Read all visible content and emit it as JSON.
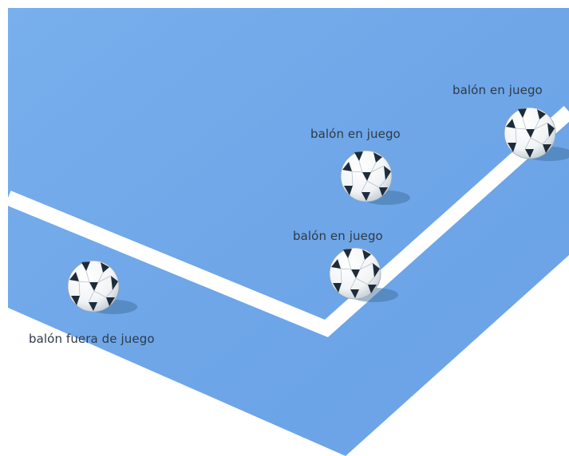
{
  "colors": {
    "court": "#6fa8ea",
    "court_light": "#86b9f1",
    "court_shadow": "#5d97dc",
    "line": "#ffffff",
    "label_text": "#2d3a46",
    "ball_panel": "#1d2c3a"
  },
  "balls": [
    {
      "label": "balón en juego",
      "status": "in-play",
      "icon": "soccer-ball-icon"
    },
    {
      "label": "balón en juego",
      "status": "in-play",
      "icon": "soccer-ball-icon"
    },
    {
      "label": "balón en juego",
      "status": "in-play",
      "icon": "soccer-ball-icon"
    },
    {
      "label": "balón fuera de juego",
      "status": "out-of-play",
      "icon": "soccer-ball-icon"
    }
  ]
}
